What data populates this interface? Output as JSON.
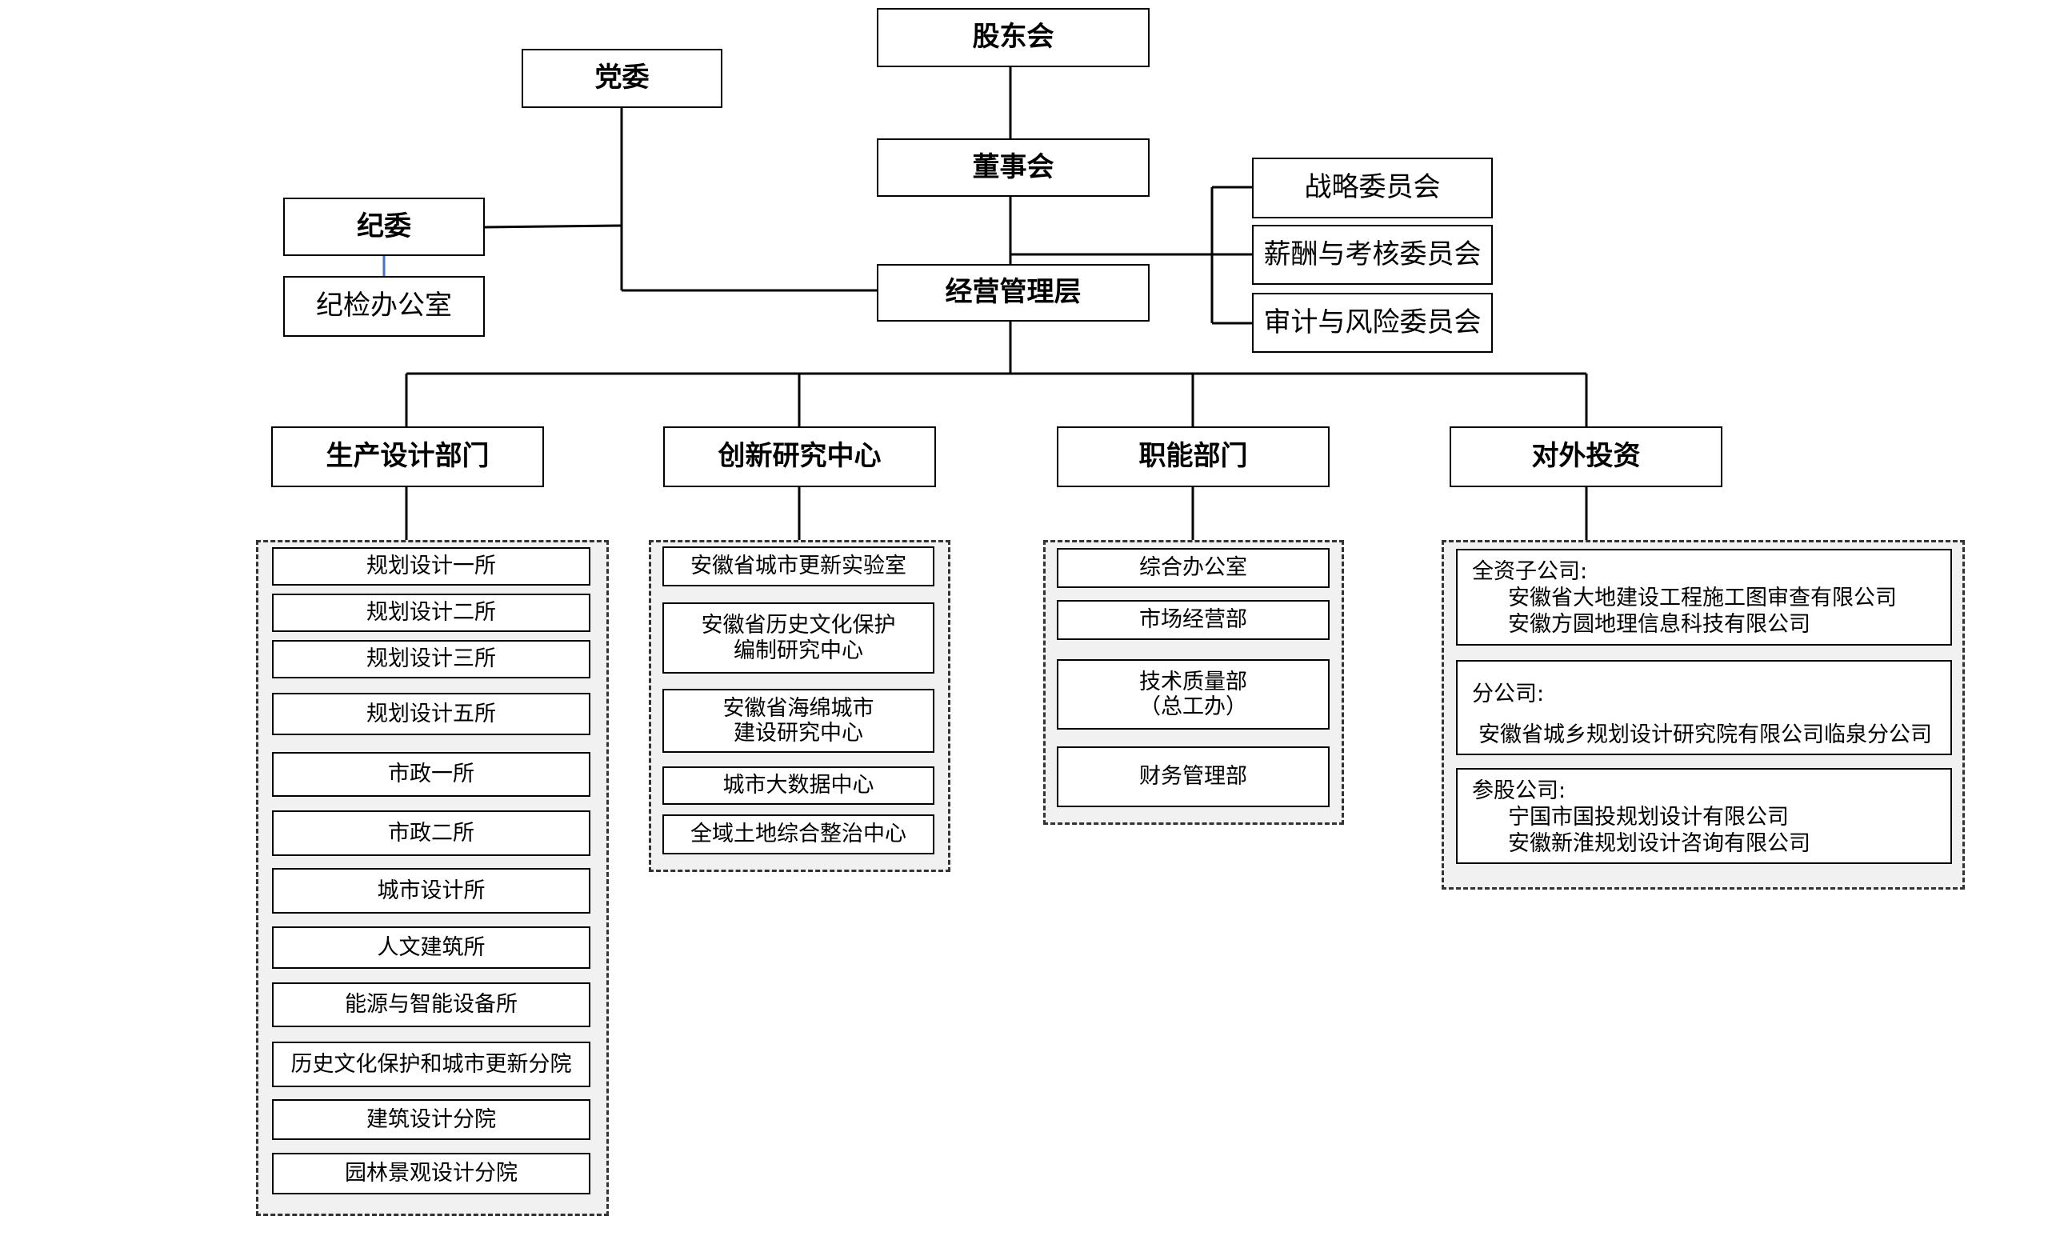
{
  "top": {
    "shareholders": "股东会",
    "board": "董事会",
    "management": "经营管理层",
    "party_committee": "党委",
    "discipline_committee": "纪委",
    "discipline_office": "纪检办公室"
  },
  "committees": [
    "战略委员会",
    "薪酬与考核委员会",
    "审计与风险委员会"
  ],
  "departments": {
    "production": {
      "title": "生产设计部门",
      "units": [
        "规划设计一所",
        "规划设计二所",
        "规划设计三所",
        "规划设计五所",
        "市政一所",
        "市政二所",
        "城市设计所",
        "人文建筑所",
        "能源与智能设备所",
        "历史文化保护和城市更新分院",
        "建筑设计分院",
        "园林景观设计分院"
      ]
    },
    "innovation": {
      "title": "创新研究中心",
      "units": [
        "安徽省城市更新实验室",
        "安徽省历史文化保护\n编制研究中心",
        "安徽省海绵城市\n建设研究中心",
        "城市大数据中心",
        "全域土地综合整治中心"
      ]
    },
    "functional": {
      "title": "职能部门",
      "units": [
        "综合办公室",
        "市场经营部",
        "技术质量部\n（总工办）",
        "财务管理部"
      ]
    },
    "investment": {
      "title": "对外投资",
      "wholly_owned": {
        "label": "全资子公司:",
        "items": [
          "安徽省大地建设工程施工图审查有限公司",
          "安徽方圆地理信息科技有限公司"
        ]
      },
      "branch": {
        "label": "分公司:",
        "items": [
          "安徽省城乡规划设计研究院有限公司临泉分公司"
        ]
      },
      "equity": {
        "label": "参股公司:",
        "items": [
          "宁国市国投规划设计有限公司",
          "安徽新淮规划设计咨询有限公司"
        ]
      }
    }
  },
  "colors": {
    "line": "#000000",
    "accent_connector": "#4472c4",
    "group_bg": "#f1f1f1"
  }
}
